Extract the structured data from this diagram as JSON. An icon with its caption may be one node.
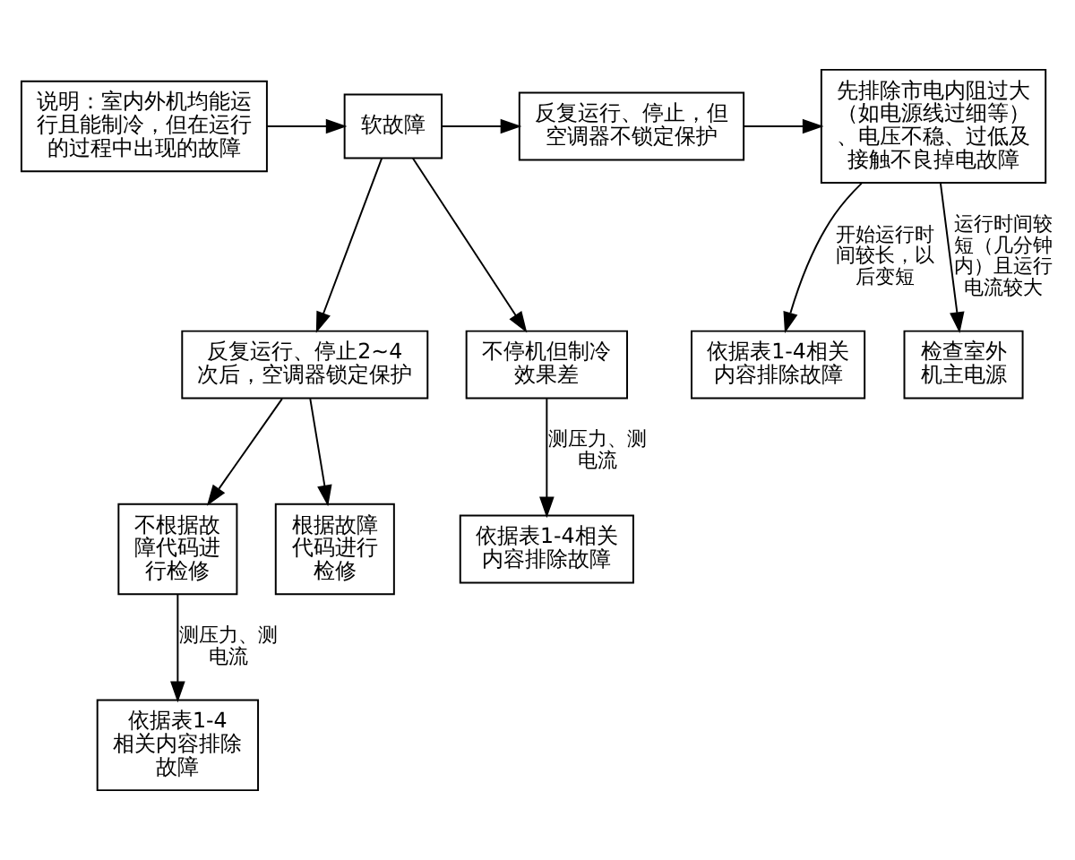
{
  "diagram": {
    "nodes": [
      {
        "text": [
          "软故障"
        ]
      },
      {
        "text": [
          "反复运行、停止，但空调器不锁定保护"
        ]
      },
      {
        "text": [
          "说明：室内外机均能运行且能制冷，但在运行的过程中出现的故障"
        ]
      },
      {
        "text": [
          "先排除市电内阻过大（如电源线过细等）、电压不稳、过低及接触不良掉电故障"
        ]
      },
      {
        "text": [
          "依据表1-4相关内容排除故障"
        ]
      },
      {
        "text": [
          "检查室外机主电源"
        ]
      },
      {
        "text": [
          "反复运行、停止2~4次后，空调器锁定保护"
        ]
      },
      {
        "text": [
          "不根据故障代码进行检修"
        ]
      },
      {
        "text": [
          "依据表1-4相关内容排除故障"
        ]
      },
      {
        "text": [
          "根据故障代码进行检修"
        ]
      },
      {
        "text": [
          "不停机但制冷效果差"
        ]
      },
      {
        "text": [
          "依据表1-4相关内容排除故障"
        ]
      }
    ],
    "edges": [
      {
        "from": 2,
        "to": 0,
        "arrow": "to"
      },
      {
        "from": 0,
        "to": 1,
        "arrow": "to"
      },
      {
        "from": 1,
        "to": 3,
        "arrow": "to"
      },
      {
        "from": 3,
        "to": 4,
        "arrow": "to",
        "label": "开始运行时间较长，以后变短"
      },
      {
        "from": 3,
        "to": 5,
        "arrow": "to",
        "label": "运行时间较短（几分钟内）且运行电流较大"
      },
      {
        "from": 0,
        "to": 6,
        "arrow": "to"
      },
      {
        "from": 6,
        "to": 7,
        "arrow": "to"
      },
      {
        "from": 7,
        "to": 8,
        "arrow": "to",
        "label": "测压力、测电流"
      },
      {
        "from": 6,
        "to": 9,
        "arrow": "to"
      },
      {
        "from": 0,
        "to": 10,
        "arrow": "to"
      },
      {
        "from": 10,
        "to": 11,
        "arrow": "to",
        "label": "测压力、测电流"
      }
    ]
  }
}
